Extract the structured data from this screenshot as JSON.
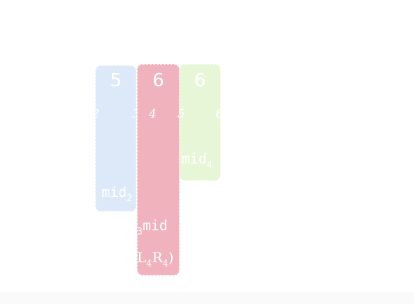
{
  "columns": [
    {
      "id": "col1",
      "color": "#dde9f8",
      "number": "5",
      "left_index": "2",
      "right_index": "3",
      "label": {
        "text": "mid",
        "sub": "2"
      }
    },
    {
      "id": "col2",
      "color": "#f0b3bd",
      "number": "6",
      "left_index": "4",
      "labels": [
        {
          "pre": "3",
          "text": "mid",
          "sub": ""
        },
        {
          "text": "L",
          "sub": "4",
          "text2": "R",
          "sub2": "4",
          "post": ")"
        }
      ]
    },
    {
      "id": "col3",
      "color": "#e8f6d8",
      "number": "6",
      "left_index": "5",
      "right_index": "6",
      "label": {
        "text": "mid",
        "sub": "4"
      }
    }
  ]
}
